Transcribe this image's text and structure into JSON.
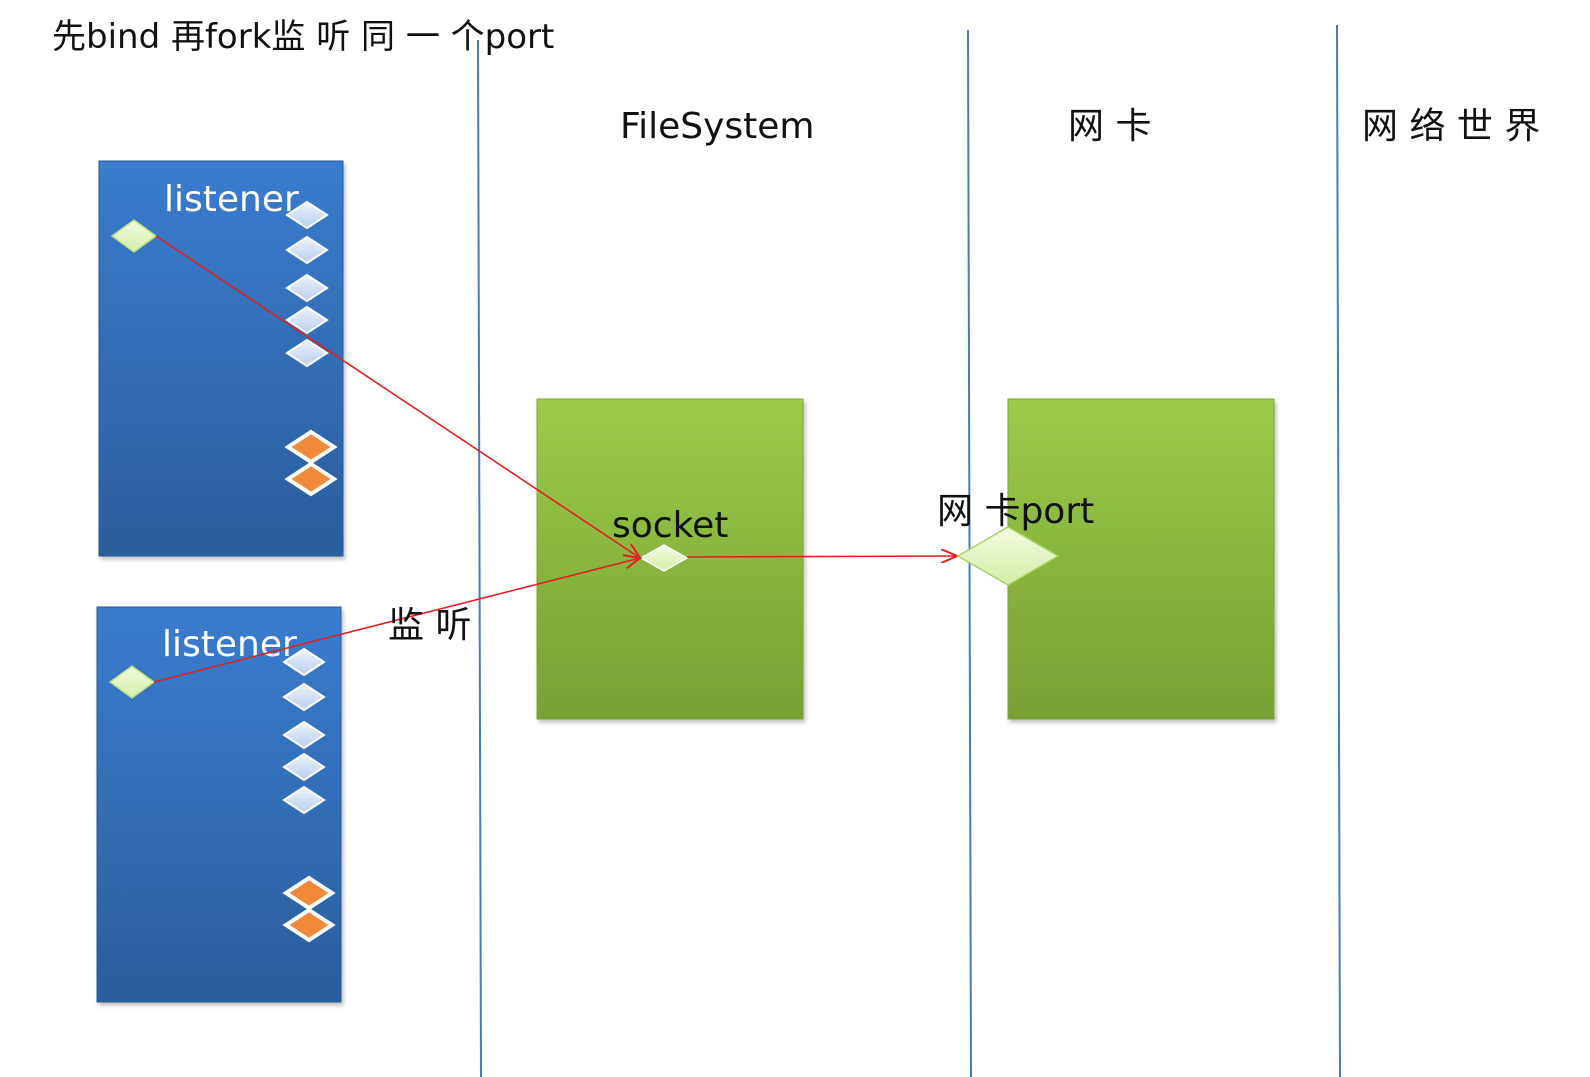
{
  "title": "先bind 再fork监 听 同 一 个port",
  "columns": {
    "filesystem": "FileSystem",
    "nic": "网 卡",
    "network_world": "网 络 世 界"
  },
  "processes": [
    {
      "label": "listener"
    },
    {
      "label": "listener"
    }
  ],
  "socket_label": "socket",
  "nic_port_label": "网 卡port",
  "listen_label": "监 听",
  "colors": {
    "process_blue": "#3a7bd0",
    "box_green": "#8fbc3f",
    "arrow_red": "#e02020",
    "divider_blue": "#4a7ab8",
    "diamond_green": "#e6f7c4",
    "diamond_blue": "#cddcf6",
    "diamond_orange": "#f0893a"
  }
}
